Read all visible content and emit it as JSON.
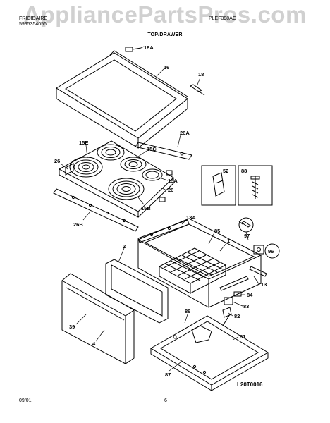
{
  "header": {
    "watermark": "AppliancePartsPros.com",
    "left_line1": "FRIGIDAIRE",
    "left_line2": "5995354056",
    "right_text": "PLEF398AC",
    "section_title": "TOP/DRAWER"
  },
  "labels": {
    "l18A": "18A",
    "l16": "16",
    "l18": "18",
    "l26A": "26A",
    "l15E": "15E",
    "l15C": "15C",
    "l26": "26",
    "l15A": "15A",
    "l26r": "26",
    "l15B": "15B",
    "l26B": "26B",
    "l52": "52",
    "l88": "88",
    "l13A": "13A",
    "l85": "85",
    "l1": "1",
    "l2": "2",
    "l97": "97",
    "l96": "96",
    "l13": "13",
    "l84": "84",
    "l83": "83",
    "l82": "82",
    "l86": "86",
    "l81": "81",
    "l39": "39",
    "l4": "4",
    "l87": "87"
  },
  "footer": {
    "date": "09/01",
    "page": "6",
    "code": "L20T0016"
  }
}
